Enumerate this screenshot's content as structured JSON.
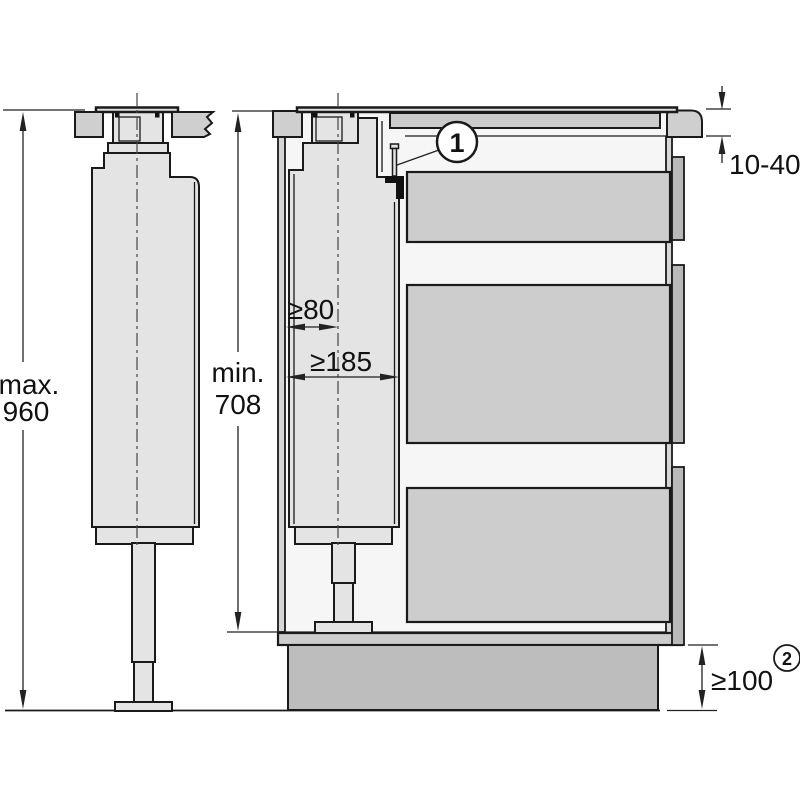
{
  "labels": {
    "max_height_line1": "max.",
    "max_height_line2": "960",
    "min_height_line1": "min.",
    "min_height_line2": "708",
    "clearance_to_center": "≥80",
    "clearance_width": "≥185",
    "worktop_thickness_range": "10-40",
    "plinth_height": "≥100",
    "callout_1": "1",
    "callout_2": "2"
  },
  "colors": {
    "outline": "#1a1a1a",
    "part_fill": "#e4e4e4",
    "drawer_fill": "#cdcdcd",
    "drawer_front_fill": "#b9b9b9",
    "plinth_fill": "#bdbdbd",
    "background": "#ffffff"
  }
}
